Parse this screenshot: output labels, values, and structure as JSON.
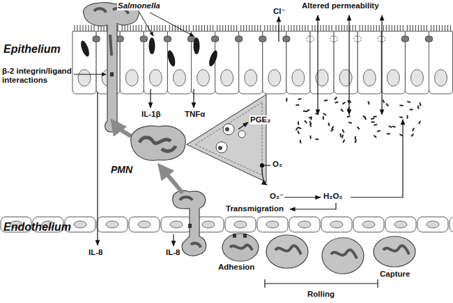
{
  "diagram": {
    "labels": [
      "Salmonella",
      "Altered permeability",
      "Cl⁻",
      "Epithelium",
      "β-2 integrin/ligand interactions",
      "IL-1β",
      "TNFα",
      "PMN",
      "PGE₂",
      "O₂",
      "O₂⁻",
      "H₂O₂",
      "Transmigration",
      "Endothelium",
      "IL-8",
      "IL-8",
      "Adhesion",
      "Rolling",
      "Capture"
    ]
  }
}
